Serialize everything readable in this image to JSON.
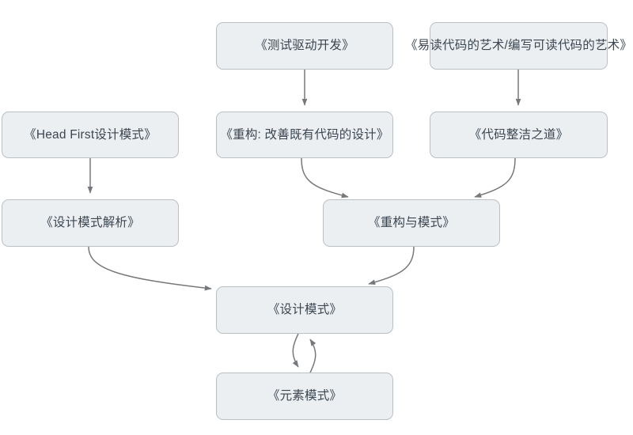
{
  "diagram": {
    "type": "flowchart",
    "direction": "top-down",
    "background_color": "#ffffff",
    "node_fill_color": "#eceff1",
    "node_border_color": "#b9c0c4",
    "node_text_color": "#3b4651",
    "edge_color": "#76797c",
    "nodes": [
      {
        "id": "tdd",
        "label": "《测试驱动开发》"
      },
      {
        "id": "readable",
        "label": "《易读代码的艺术/编写可读代码的艺术》"
      },
      {
        "id": "headfirst",
        "label": "《Head First设计模式》"
      },
      {
        "id": "refactoring",
        "label": "《重构: 改善既有代码的设计》"
      },
      {
        "id": "cleancode",
        "label": "《代码整洁之道》"
      },
      {
        "id": "dpexplained",
        "label": "《设计模式解析》"
      },
      {
        "id": "rtp",
        "label": "《重构与模式》"
      },
      {
        "id": "designpat",
        "label": "《设计模式》"
      },
      {
        "id": "elempat",
        "label": "《元素模式》"
      }
    ],
    "edges": [
      {
        "from": "tdd",
        "to": "refactoring",
        "style": "straight"
      },
      {
        "from": "readable",
        "to": "cleancode",
        "style": "straight"
      },
      {
        "from": "headfirst",
        "to": "dpexplained",
        "style": "straight"
      },
      {
        "from": "refactoring",
        "to": "rtp",
        "style": "curved"
      },
      {
        "from": "cleancode",
        "to": "rtp",
        "style": "curved"
      },
      {
        "from": "dpexplained",
        "to": "designpat",
        "style": "curved"
      },
      {
        "from": "rtp",
        "to": "designpat",
        "style": "curved"
      },
      {
        "from": "designpat",
        "to": "elempat",
        "style": "curved"
      },
      {
        "from": "elempat",
        "to": "designpat",
        "style": "curved"
      }
    ]
  }
}
